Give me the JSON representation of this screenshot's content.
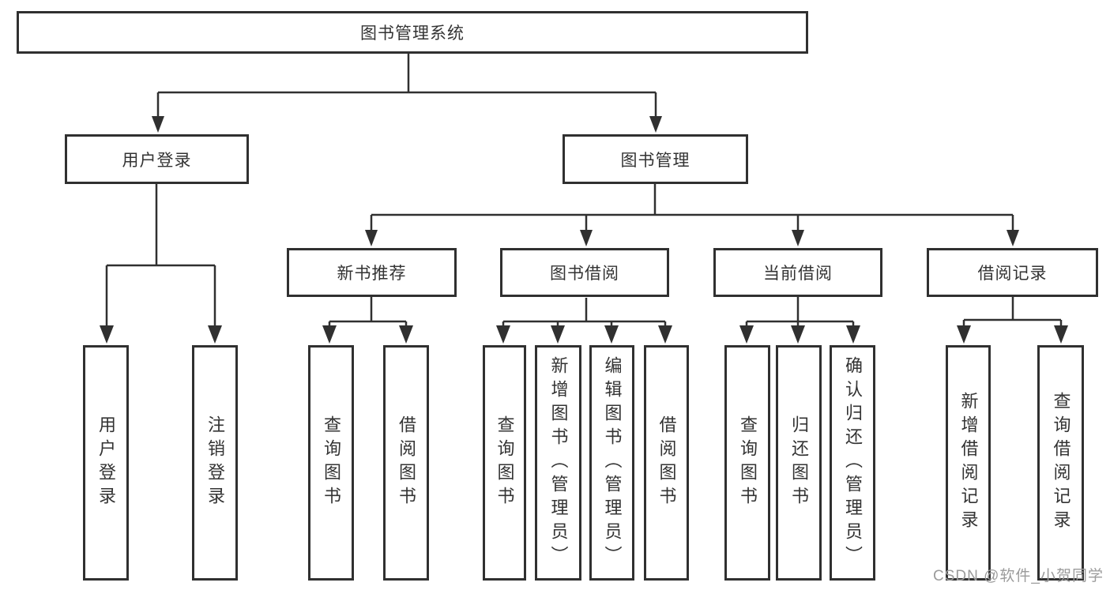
{
  "colors": {
    "line": "#303030",
    "box_border": "#303030",
    "box_background": "#ffffff",
    "text": "#333333",
    "watermark": "#9b9b9b",
    "page_background": "#ffffff"
  },
  "tree": {
    "root": "图书管理系统",
    "level2": {
      "user_login": "用户登录",
      "book_management": "图书管理"
    },
    "level3": {
      "new_book_recommend": "新书推荐",
      "book_borrowing": "图书借阅",
      "current_borrowing": "当前借阅",
      "borrowing_records": "借阅记录"
    },
    "leaves": {
      "user_login": [
        "用户登录",
        "注销登录"
      ],
      "new_book_recommend": [
        "查询图书",
        "借阅图书"
      ],
      "book_borrowing": [
        "查询图书",
        "新增图书（管理员）",
        "编辑图书（管理员）",
        "借阅图书"
      ],
      "current_borrowing": [
        "查询图书",
        "归还图书",
        "确认归还（管理员）"
      ],
      "borrowing_records": [
        "新增借阅记录",
        "查询借阅记录"
      ]
    }
  },
  "watermark": "CSDN @软件_小贺同学"
}
